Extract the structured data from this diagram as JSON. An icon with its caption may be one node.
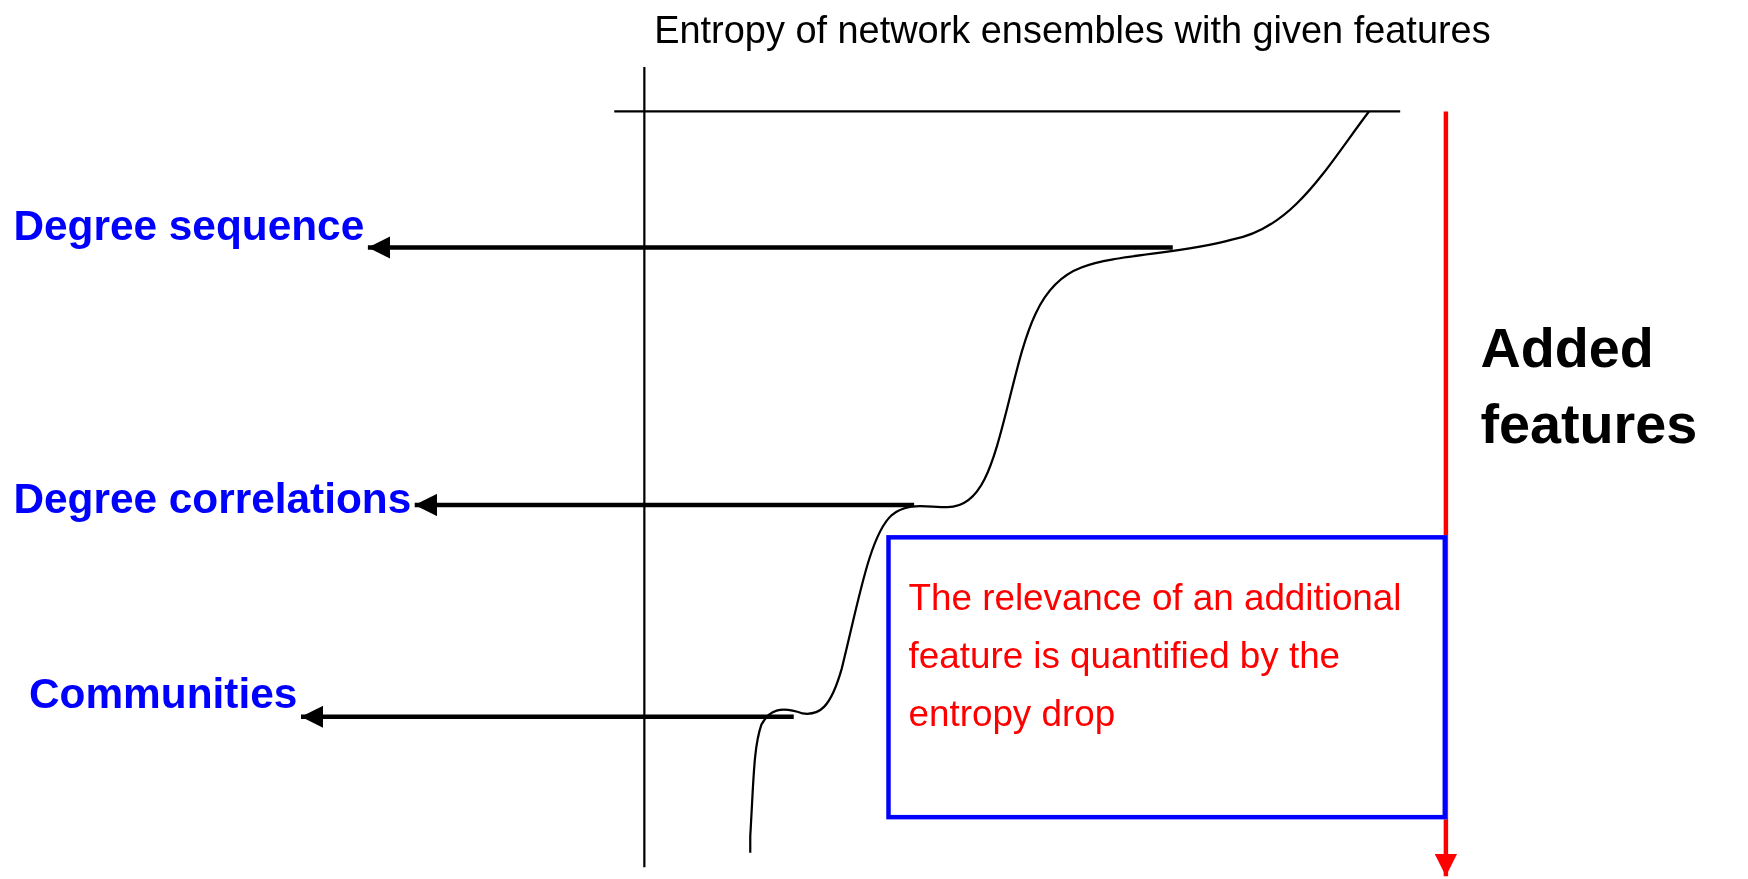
{
  "diagram": {
    "title": "Entropy of network ensembles with given features",
    "nodes": [
      {
        "text": [
          "Degree sequence"
        ]
      },
      {
        "text": [
          "Degree correlations"
        ]
      },
      {
        "text": [
          "Communities"
        ]
      },
      {
        "text": [
          "The relevance of an additional feature is quantified by the entropy drop"
        ]
      }
    ],
    "edges": [
      {
        "from": null,
        "to": 0,
        "arrow": "to"
      },
      {
        "from": null,
        "to": 1,
        "arrow": "to"
      },
      {
        "from": null,
        "to": 2,
        "arrow": "to"
      }
    ],
    "labels": [
      "Added features"
    ]
  }
}
